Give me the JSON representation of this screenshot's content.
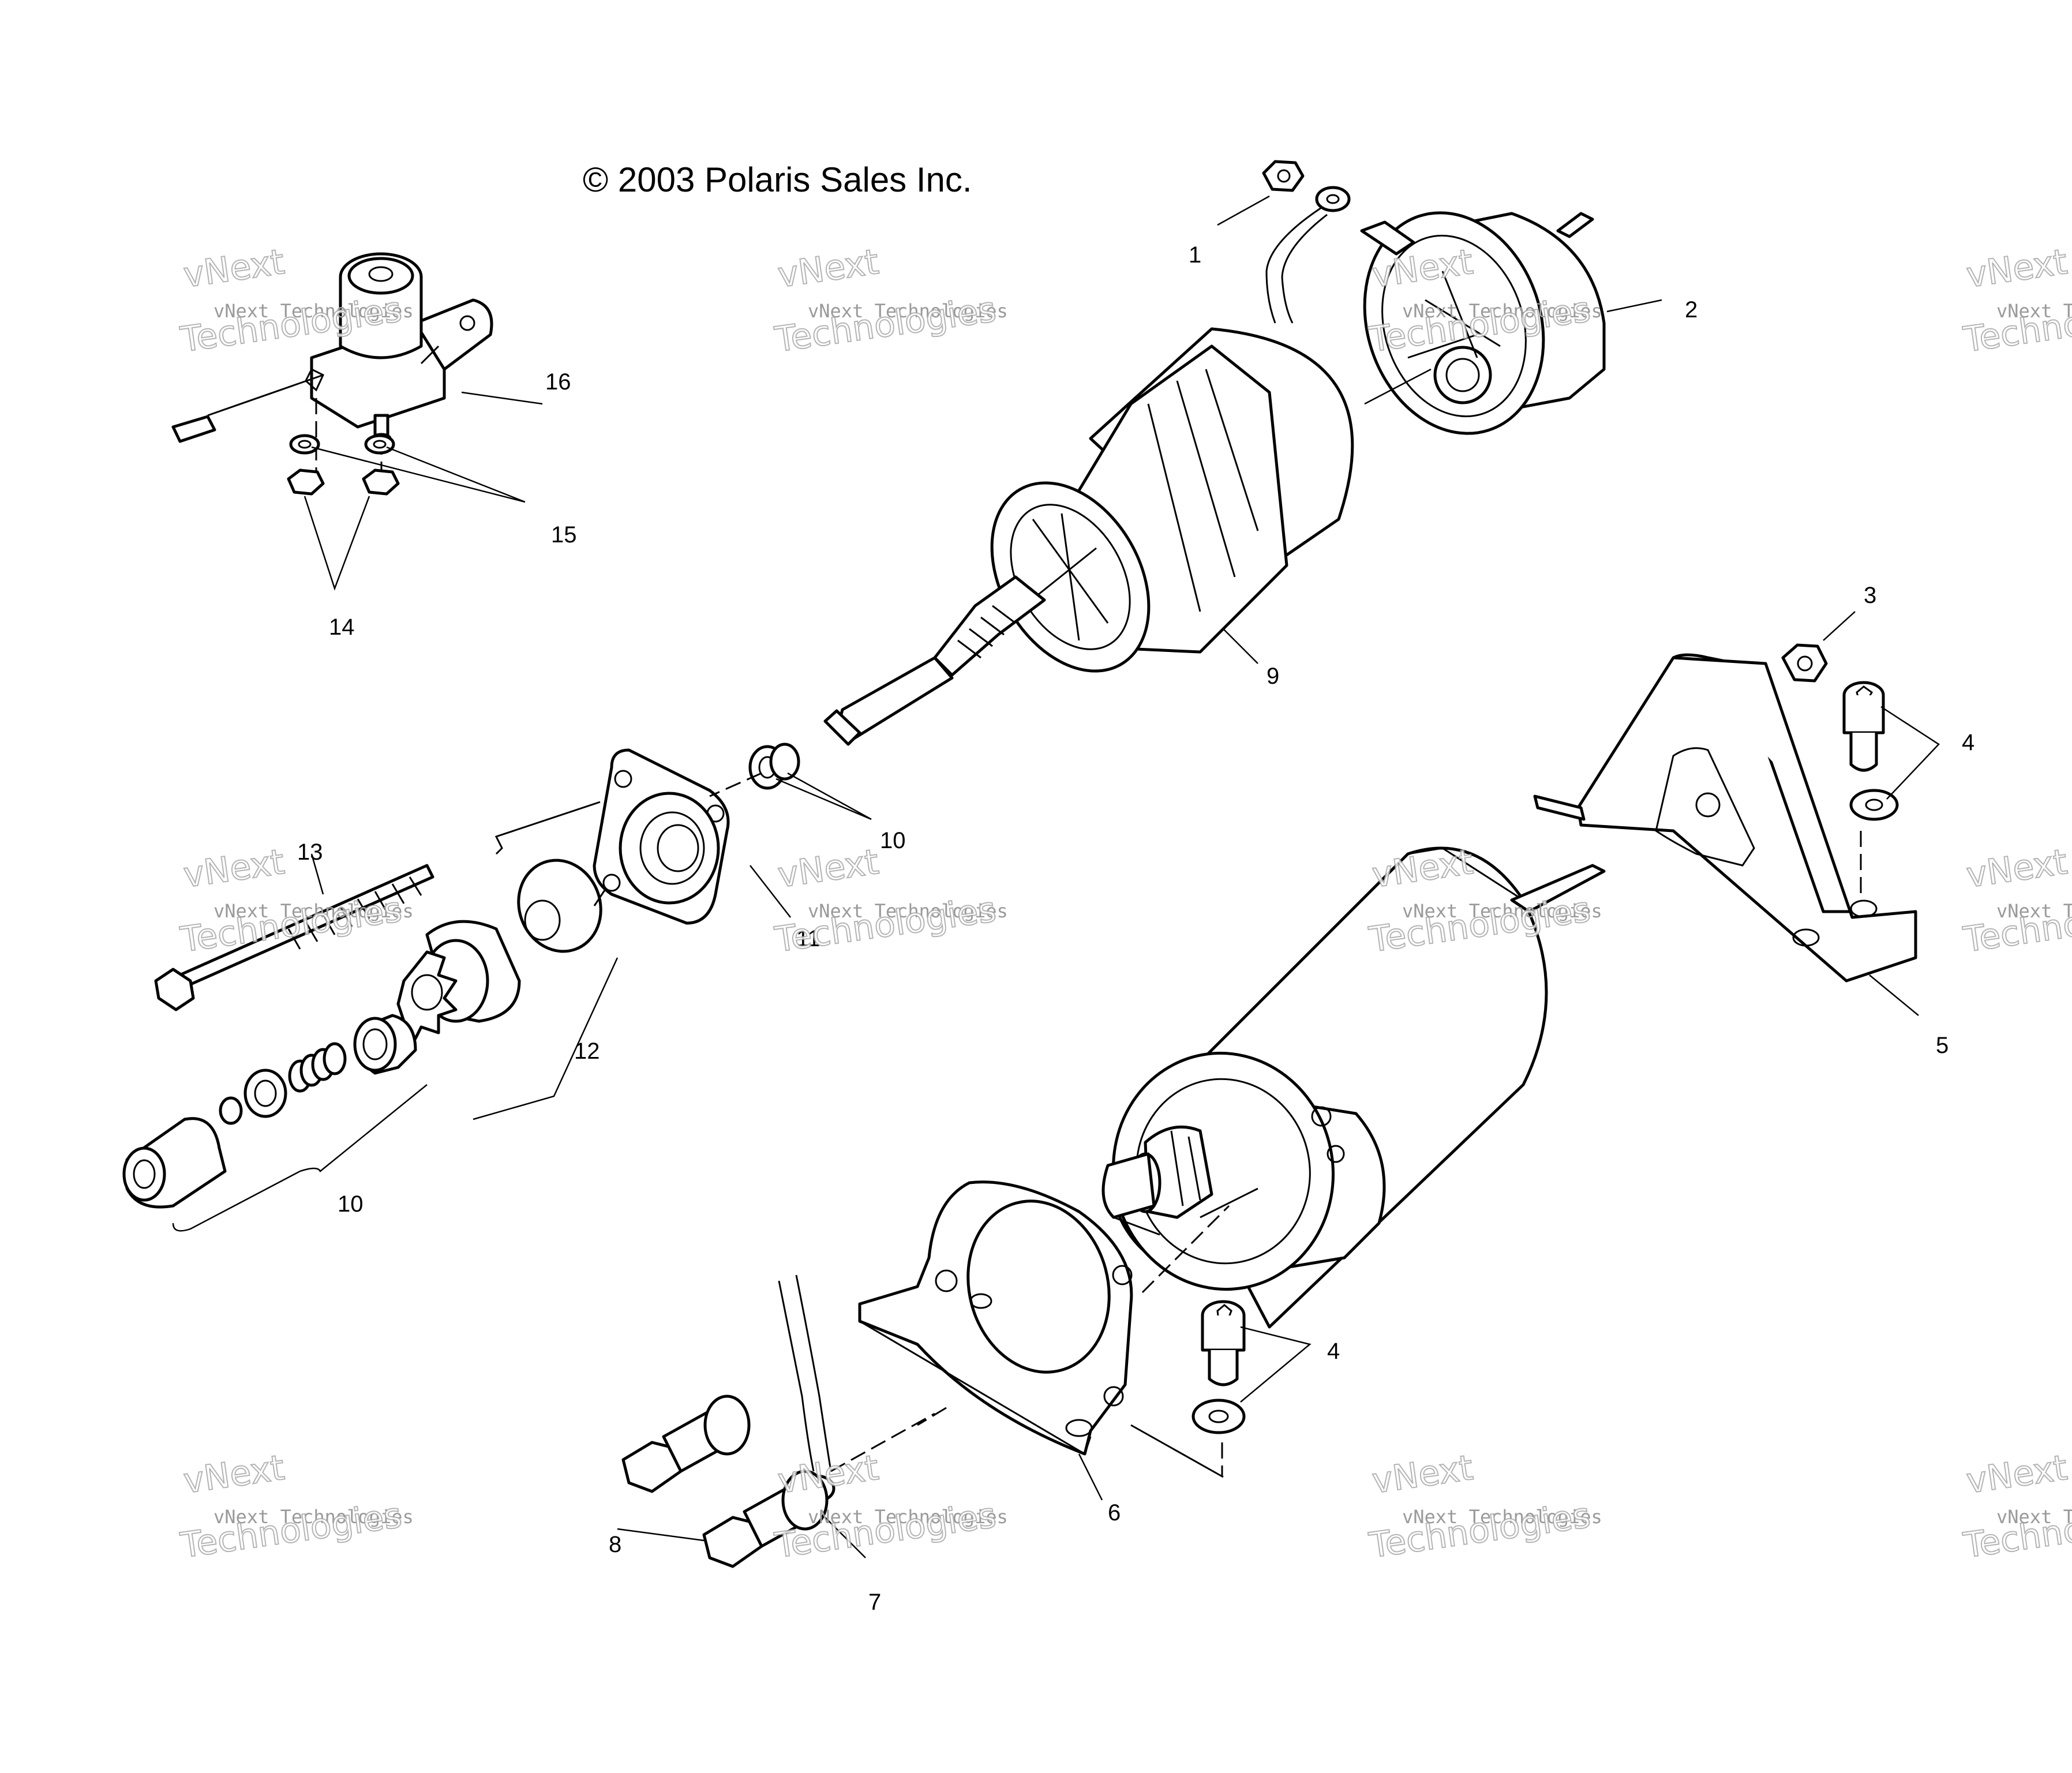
{
  "copyright": "© 2003 Polaris Sales Inc.",
  "watermark": {
    "small": "vNext Technologies",
    "big": "Technologies",
    "top": "vNext"
  },
  "callouts": {
    "c1": "1",
    "c2": "2",
    "c3": "3",
    "c4a": "4",
    "c4b": "4",
    "c5": "5",
    "c6": "6",
    "c7": "7",
    "c8": "8",
    "c9": "9",
    "c10a": "10",
    "c10b": "10",
    "c11": "11",
    "c12": "12",
    "c13": "13",
    "c14": "14",
    "c15": "15",
    "c16": "16"
  }
}
